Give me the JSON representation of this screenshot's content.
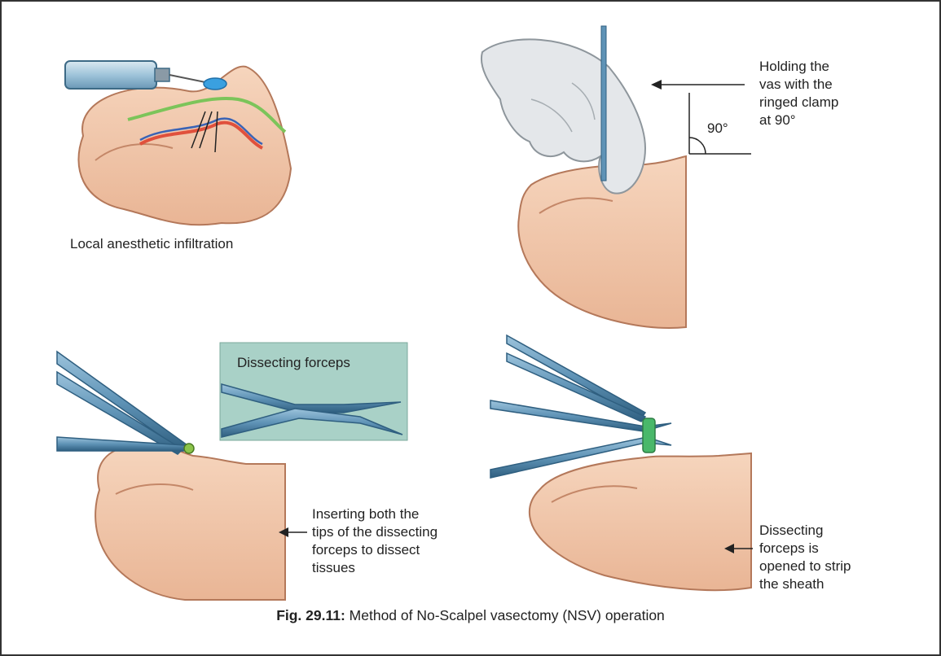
{
  "colors": {
    "skin": "#f3c9ad",
    "skin_shadow": "#d99a78",
    "glove": "#e4e7ea",
    "instrument": "#5f93b6",
    "inset_bg": "#a9d1c7",
    "nerve_green": "#7cc45a",
    "vessel_red": "#e0503c",
    "vessel_blue": "#3a63b5",
    "anesthetic_blue": "#3aa0e0",
    "sheath_green": "#49b86a"
  },
  "panels": {
    "top_left": {
      "label": "Local anesthetic infiltration"
    },
    "top_right": {
      "label_lines": [
        "Holding the",
        "vas with the",
        "ringed clamp",
        "at 90°"
      ],
      "angle_label": "90°"
    },
    "bottom_left": {
      "inset_title": "Dissecting forceps",
      "label_lines": [
        "Inserting both the",
        "tips of the dissecting",
        "forceps to dissect",
        "tissues"
      ]
    },
    "bottom_right": {
      "label_lines": [
        "Dissecting",
        "forceps is",
        "opened to strip",
        "the sheath"
      ]
    }
  },
  "caption": {
    "fig_number": "Fig. 29.11:",
    "text": " Method of No-Scalpel vasectomy (NSV) operation"
  }
}
